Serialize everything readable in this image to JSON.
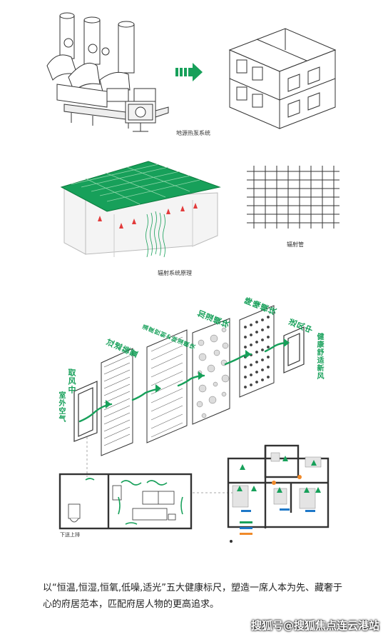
{
  "labels": {
    "geothermal": "地源热泵系统",
    "radiant_principle": "辐射系统原理",
    "radiant_pipe": "辐射管",
    "outdoor_air": "室外空气",
    "intake": "取风中",
    "filter": "过滤装置",
    "temp_humidity": "温度控制&除湿模块",
    "humidify": "加湿模块",
    "noise": "降噪模块",
    "supply": "送风中",
    "healthy_air": "健康舒适新风",
    "supply_return": "下送上排"
  },
  "caption": {
    "line1": "以“恒温,恒湿,恒氧,低噪,适光”五大健康标尺，塑造一席人本为先、藏奢于",
    "line2": "心的府居范本，匹配府居人物的更高追求。"
  },
  "watermark": "搜狐号@搜狐焦点连云港站",
  "colors": {
    "green": "#17a05a",
    "dark_green": "#0a7a3c",
    "line": "#333333",
    "red": "#e23b3b"
  }
}
